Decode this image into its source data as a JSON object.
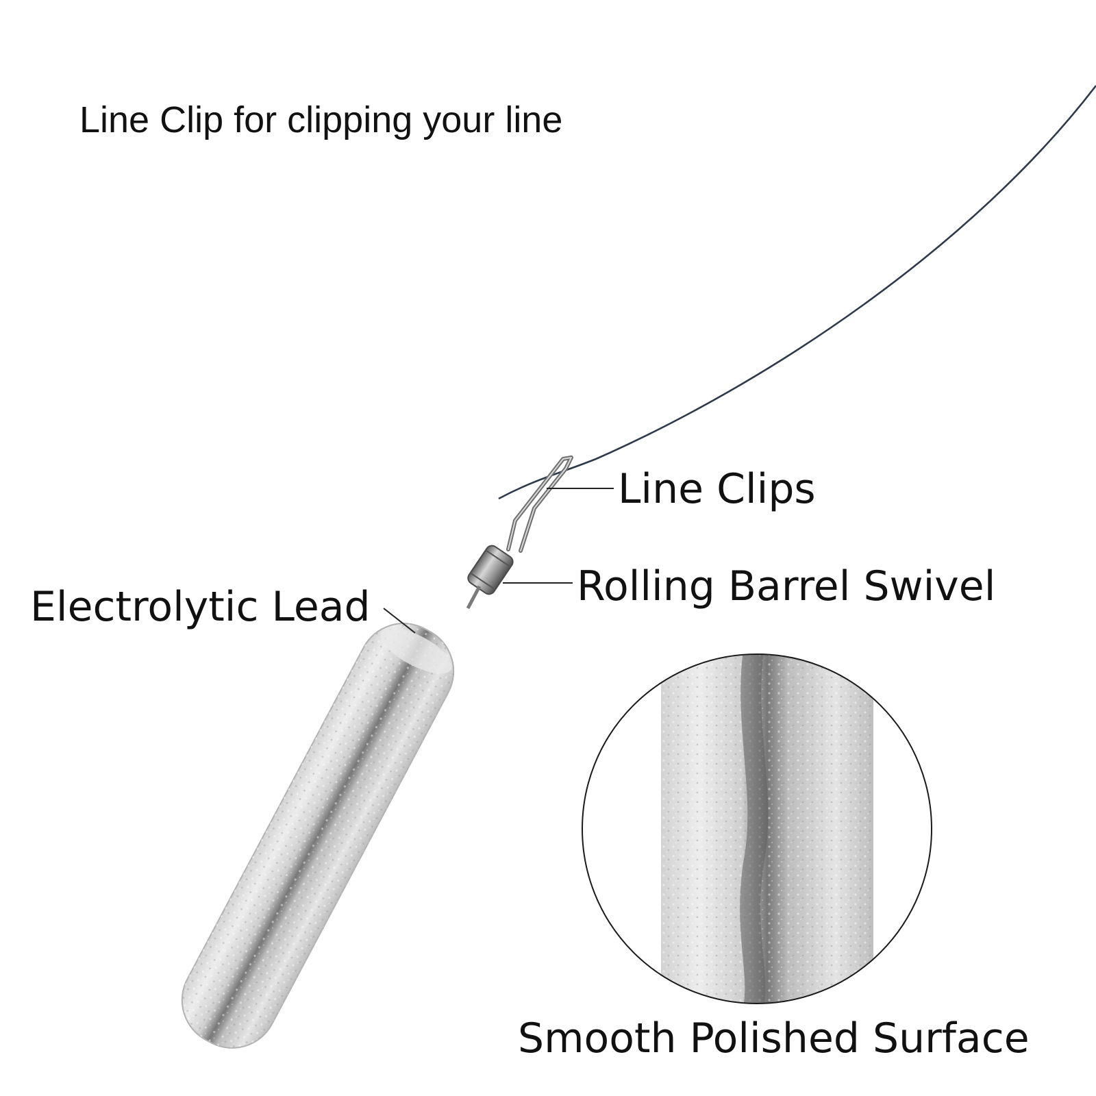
{
  "headline": "Line Clip for clipping your line",
  "callouts": {
    "line_clips": "Line Clips",
    "rolling_barrel_swivel": "Rolling Barrel Swivel",
    "electrolytic_lead": "Electrolytic Lead",
    "surface": "Smooth Polished Surface"
  },
  "colors": {
    "background": "#ffffff",
    "text": "#111111",
    "fishing_line": "#2e3a4a",
    "lead_light": "#e6e6e6",
    "lead_mid": "#bcbcbc",
    "lead_dark": "#6e6e6e",
    "swivel_metal": "#8a8a8a",
    "leader_line": "#222222"
  }
}
